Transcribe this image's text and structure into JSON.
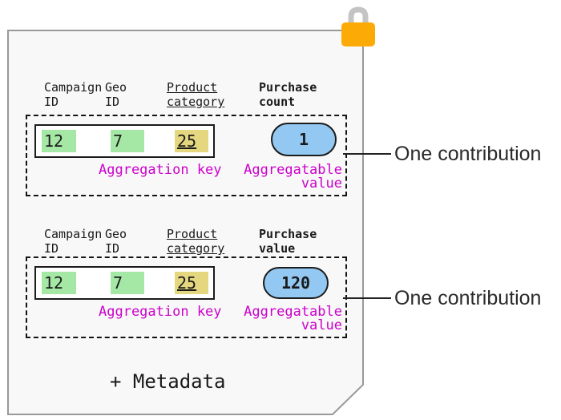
{
  "colors": {
    "paper-bg": "#f8f8f8",
    "paper-border": "#999999",
    "cell-green": "#a5e7a5",
    "cell-yellow": "#e4d77f",
    "pill-blue": "#93c8f3",
    "label-magenta": "#cc00cc",
    "lock-orange": "#fcab06",
    "lock-shackle": "#c4c4c4",
    "ink": "#1a1a1a"
  },
  "icons": {
    "lock": "closed-padlock"
  },
  "sections": [
    {
      "headers": [
        {
          "line1": "Campaign",
          "line2": "ID"
        },
        {
          "line1": "Geo",
          "line2": "ID"
        },
        {
          "line1": "Product",
          "line2": "category"
        },
        {
          "line1": "Purchase",
          "line2": "count"
        }
      ],
      "key_cells": [
        "12",
        "7",
        "25"
      ],
      "aggregatable_value": "1",
      "key_label": "Aggregation key",
      "value_label_line1": "Aggregatable",
      "value_label_line2": "value",
      "annotation": "One contribution"
    },
    {
      "headers": [
        {
          "line1": "Campaign",
          "line2": "ID"
        },
        {
          "line1": "Geo",
          "line2": "ID"
        },
        {
          "line1": "Product",
          "line2": "category"
        },
        {
          "line1": "Purchase",
          "line2": "value"
        }
      ],
      "key_cells": [
        "12",
        "7",
        "25"
      ],
      "aggregatable_value": "120",
      "key_label": "Aggregation key",
      "value_label_line1": "Aggregatable",
      "value_label_line2": "value",
      "annotation": "One contribution"
    }
  ],
  "footer_label": "+ Metadata"
}
